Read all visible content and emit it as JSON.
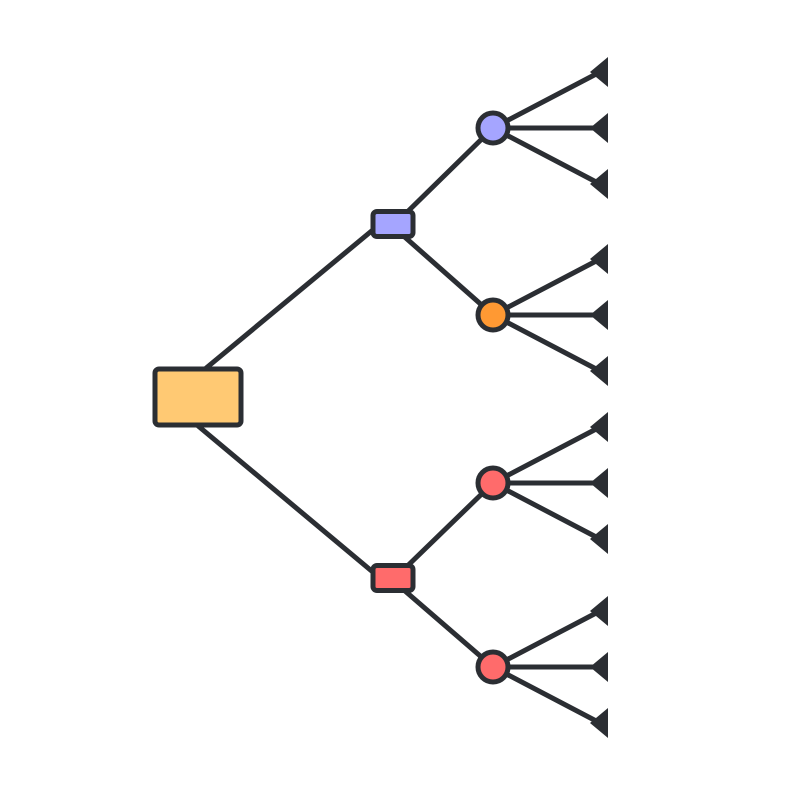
{
  "colors": {
    "stroke": "#2b2e33",
    "root": "#ffc973",
    "upper_branch": "#a5a5ff",
    "lower_branch": "#ff6b6b",
    "orange_chance": "#ff9933",
    "background": "#ffffff"
  },
  "icons": {
    "root": "decision-node-square",
    "branches": "decision-node-rect",
    "chances": "chance-node-circle",
    "leaves": "end-node-triangle"
  },
  "tree": {
    "root": {
      "color_key": "root"
    },
    "branches": [
      {
        "color_key": "upper_branch",
        "chances": [
          {
            "color_key": "upper_branch",
            "leaves": 3
          },
          {
            "color_key": "orange_chance",
            "leaves": 3
          }
        ]
      },
      {
        "color_key": "lower_branch",
        "chances": [
          {
            "color_key": "lower_branch",
            "leaves": 3
          },
          {
            "color_key": "lower_branch",
            "leaves": 3
          }
        ]
      }
    ]
  }
}
